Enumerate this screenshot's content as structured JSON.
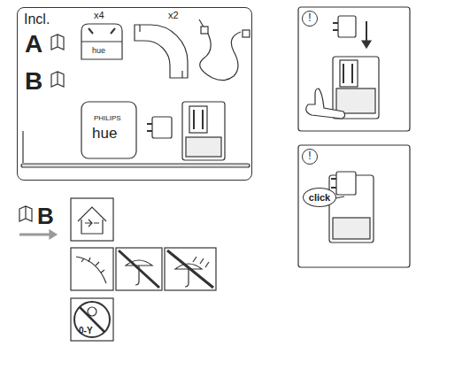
{
  "diagram": {
    "nodes": [
      {
        "text": [
          "Incl."
        ]
      },
      {
        "text": [
          "!"
        ]
      },
      {
        "text": [
          "!"
        ]
      },
      {
        "text": [
          "click"
        ]
      }
    ],
    "labels": [
      "A",
      "B",
      "x4",
      "x2",
      "hue",
      "PHILIPS",
      "hue",
      "B",
      "0-Y"
    ]
  }
}
